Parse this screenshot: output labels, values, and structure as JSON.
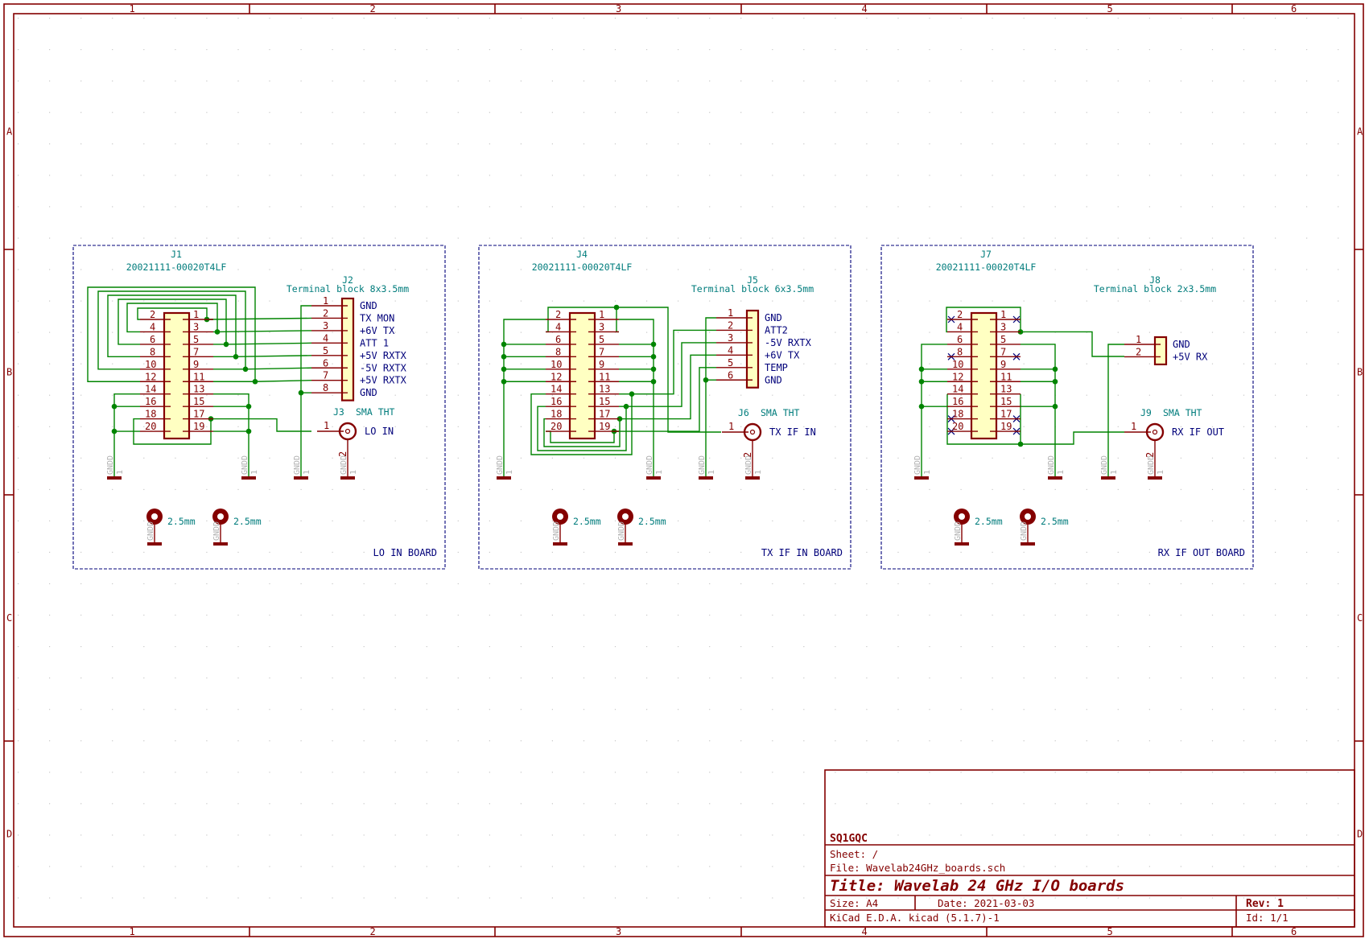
{
  "sheet": {
    "columns": [
      "1",
      "2",
      "3",
      "4",
      "5",
      "6"
    ],
    "rows": [
      "A",
      "B",
      "C",
      "D"
    ]
  },
  "boards": [
    {
      "name": "LO IN BOARD",
      "header": {
        "ref": "J1",
        "value": "20021111-00020T4LF"
      },
      "terminal": {
        "ref": "J2",
        "value": "Terminal block 8x3.5mm",
        "pins": [
          {
            "num": "1",
            "net": "GND"
          },
          {
            "num": "2",
            "net": "TX MON"
          },
          {
            "num": "3",
            "net": "+6V TX"
          },
          {
            "num": "4",
            "net": "ATT 1"
          },
          {
            "num": "5",
            "net": "+5V RXTX"
          },
          {
            "num": "6",
            "net": "-5V RXTX"
          },
          {
            "num": "7",
            "net": "+5V RXTX"
          },
          {
            "num": "8",
            "net": "GND"
          }
        ]
      },
      "sma": {
        "ref": "J3",
        "value": "SMA THT",
        "net": "LO IN",
        "pin1": "1",
        "pin2": "2"
      },
      "mount": [
        "2.5mm",
        "2.5mm"
      ]
    },
    {
      "name": "TX IF IN BOARD",
      "header": {
        "ref": "J4",
        "value": "20021111-00020T4LF"
      },
      "terminal": {
        "ref": "J5",
        "value": "Terminal block 6x3.5mm",
        "pins": [
          {
            "num": "1",
            "net": "GND"
          },
          {
            "num": "2",
            "net": "ATT2"
          },
          {
            "num": "3",
            "net": "-5V RXTX"
          },
          {
            "num": "4",
            "net": "+6V TX"
          },
          {
            "num": "5",
            "net": "TEMP"
          },
          {
            "num": "6",
            "net": "GND"
          }
        ]
      },
      "sma": {
        "ref": "J6",
        "value": "SMA THT",
        "net": "TX IF IN",
        "pin1": "1",
        "pin2": "2"
      },
      "mount": [
        "2.5mm",
        "2.5mm"
      ]
    },
    {
      "name": "RX IF OUT BOARD",
      "header": {
        "ref": "J7",
        "value": "20021111-00020T4LF"
      },
      "terminal": {
        "ref": "J8",
        "value": "Terminal block 2x3.5mm",
        "pins": [
          {
            "num": "1",
            "net": "GND"
          },
          {
            "num": "2",
            "net": "+5V RX"
          }
        ]
      },
      "sma": {
        "ref": "J9",
        "value": "SMA THT",
        "net": "RX IF OUT",
        "pin1": "1",
        "pin2": "2"
      },
      "mount": [
        "2.5mm",
        "2.5mm"
      ]
    }
  ],
  "header_pins": {
    "left": [
      "2",
      "4",
      "6",
      "8",
      "10",
      "12",
      "14",
      "16",
      "18",
      "20"
    ],
    "right": [
      "1",
      "3",
      "5",
      "7",
      "9",
      "11",
      "13",
      "15",
      "17",
      "19"
    ]
  },
  "power_symbol": {
    "name": "GNDD",
    "pin": "1"
  },
  "title_block": {
    "company": "SQ1GQC",
    "sheet": "Sheet: /",
    "file": "File: Wavelab24GHz_boards.sch",
    "title": "Title: Wavelab 24 GHz I/O boards",
    "size": "Size: A4",
    "date": "Date: 2021-03-03",
    "rev": "Rev: 1",
    "tool": "KiCad E.D.A.  kicad (5.1.7)-1",
    "id": "Id: 1/1"
  },
  "colors": {
    "frame": "#840000",
    "wire": "#008400",
    "net_label": "#00007a",
    "reference": "#007c7c",
    "body_fill": "#ffffc2"
  }
}
